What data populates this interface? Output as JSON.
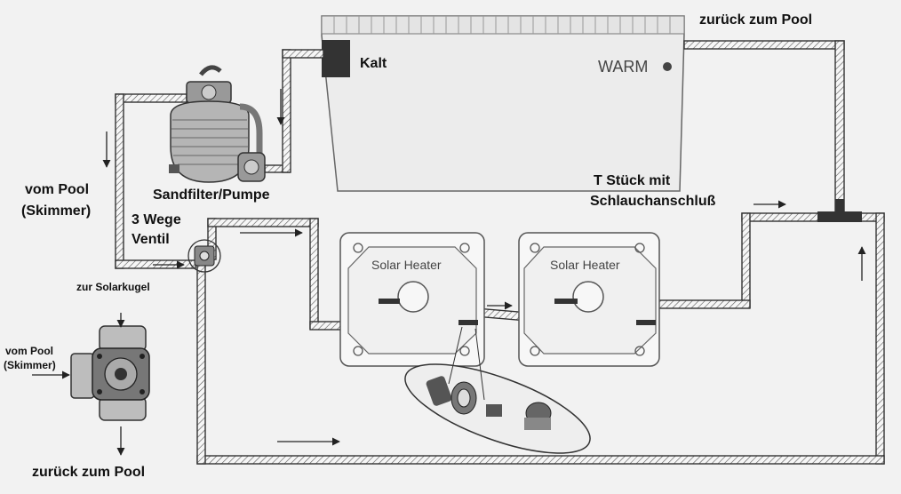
{
  "labels": {
    "return_top": "zurück zum Pool",
    "kalt": "Kalt",
    "warm": "WARM",
    "sandfilter": "Sandfilter/Pumpe",
    "vom_pool": "vom Pool",
    "skimmer": "(Skimmer)",
    "wege": "3 Wege",
    "ventil": "Ventil",
    "t_stueck_1": "T Stück mit",
    "t_stueck_2": "Schlauchanschluß",
    "zur_solarkugel": "zur Solarkugel",
    "small_vom_pool": "vom Pool",
    "small_skimmer": "(Skimmer)",
    "return_bottom": "zurück zum Pool"
  },
  "heaters": [
    {
      "title": "Solar Heater"
    },
    {
      "title": "Solar Heater"
    }
  ],
  "colors": {
    "background": "#f2f2f2",
    "pipe": "#333333",
    "ink": "#111111",
    "panel_fill": "#eeeeee",
    "dark_block": "#333333"
  }
}
